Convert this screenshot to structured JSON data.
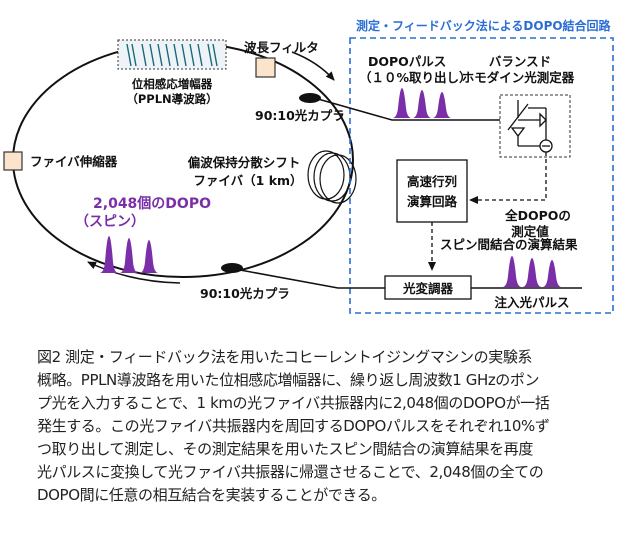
{
  "diagram": {
    "measurement_title": "測定・フィードバック法によるDOPO結合回路",
    "psa_label_1": "位相感応増幅器",
    "psa_label_2": "（PPLN導波路）",
    "filter_label": "波長フィルタ",
    "coupler_top_label": "90:10光カプラ",
    "coupler_bottom_label": "90:10光カプラ",
    "stretcher_label": "ファイバ伸縮器",
    "fiber_label_1": "偏波保持分散シフト",
    "fiber_label_2": "ファイバ（1 km）",
    "dopo_count_label_1": "2,048個のDOPO",
    "dopo_count_label_2": "（スピン）",
    "dopo_pulse_label_1": "DOPOパルス",
    "dopo_pulse_label_2": "（１０%取り出し）",
    "detector_label_1": "バランスド",
    "detector_label_2": "ホモダイン光測定器",
    "fpga_label_1": "高速行列",
    "fpga_label_2": "演算回路",
    "measured_label_1": "全DOPOの",
    "measured_label_2": "測定値",
    "spin_result_label": "スピン間結合の演算結果",
    "modulator_label": "光変調器",
    "injection_label": "注入光パルス"
  },
  "caption": {
    "lines": [
      "図2 測定・フィードバック法を用いたコヒーレントイジングマシンの実験系",
      "概略。PPLN導波路を用いた位相感応増幅器に、繰り返し周波数1 GHzのポン",
      "プ光を入力することで、1 kmの光ファイバ共振器内に2,048個のDOPOが一括",
      "発生する。この光ファイバ共振器内を周回するDOPOパルスをそれぞれ10%ず",
      "つ取り出して測定し、その測定結果を用いたスピン間結合の演算結果を再度",
      "光パルスに変換して光ファイバ共振器に帰還させることで、2,048個の全ての",
      "DOPO間に任意の相互結合を実装することができる。"
    ]
  },
  "colors": {
    "pulse": "#7a2fa8",
    "dashed_box": "#2a6ed4",
    "component_fill": "#fbe3cc",
    "psa_fill": "#eef3f8"
  }
}
